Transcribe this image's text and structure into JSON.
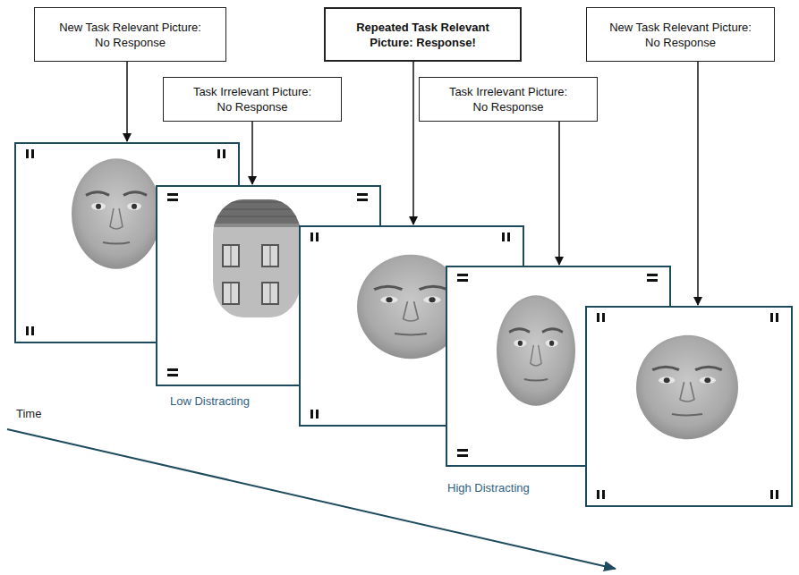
{
  "diagram": {
    "nodes": [
      {
        "text": [
          "New Task Relevant Picture: No Response"
        ]
      },
      {
        "text": [
          "Task Irrelevant Picture: No Response"
        ]
      },
      {
        "text": [
          "Repeated Task Relevant Picture: Response!"
        ]
      },
      {
        "text": [
          "Task Irrelevant Picture: No Response"
        ]
      },
      {
        "text": [
          "New Task Relevant Picture: No Response"
        ]
      }
    ],
    "labels": [
      "Time",
      "Low Distracting",
      "High Distracting"
    ]
  }
}
